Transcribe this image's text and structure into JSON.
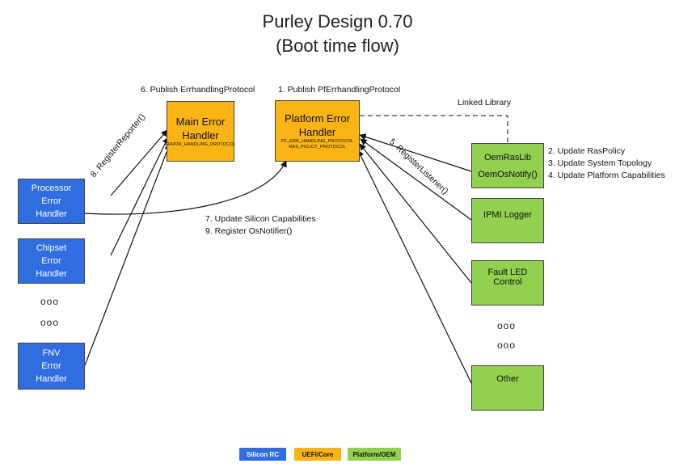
{
  "title": {
    "line1": "Purley Design 0.70",
    "line2": "(Boot time flow)"
  },
  "boxes": {
    "main_error_handler": {
      "title_line1": "Main Error",
      "title_line2": "Handler",
      "protocol": "ERROR_HANDLING_PROTOCOL"
    },
    "platform_error_handler": {
      "title_line1": "Platform Error",
      "title_line2": "Handler",
      "protocol1": "PF_ERR_HANDLING_PROTOCOL",
      "protocol2": "RAS_POLICY_PROTOCOL"
    },
    "processor_error_handler": {
      "line1": "Processor",
      "line2": "Error",
      "line3": "Handler"
    },
    "chipset_error_handler": {
      "line1": "Chipset",
      "line2": "Error",
      "line3": "Handler"
    },
    "fnv_error_handler": {
      "line1": "FNV",
      "line2": "Error",
      "line3": "Handler"
    },
    "oem_ras_lib": {
      "line1": "OemRasLib",
      "line2": "OemOsNotify()"
    },
    "ipmi_logger": {
      "label": "IPMI Logger"
    },
    "fault_led_control": {
      "line1": "Fault LED",
      "line2": "Control"
    },
    "other": {
      "label": "Other"
    }
  },
  "annotations": {
    "publish_err": "6. Publish ErrhandlingProtocol",
    "publish_pf": "1. Publish PfErrhandlingProtocol",
    "linked_library": "Linked Library",
    "update_ras_policy": "2. Update RasPolicy",
    "update_topology": "3. Update System Topology",
    "update_platform_caps": "4. Update Platform Capabilities",
    "update_silicon_caps": "7. Update Silicon Capabilities",
    "register_os_notifier": "9. Register OsNotifier()",
    "register_reporter": "8. RegisterReporter()",
    "register_listener": "5. RegisterListener()"
  },
  "ellipsis": "ooo",
  "legend": {
    "silicon_rc": "Silicon RC",
    "uefi_core": "UEFI/Core",
    "platform_oem": "Platform/OEM"
  },
  "colors": {
    "silicon_rc": "#2f6de0",
    "uefi_core": "#fbb416",
    "platform_oem": "#92d050"
  }
}
